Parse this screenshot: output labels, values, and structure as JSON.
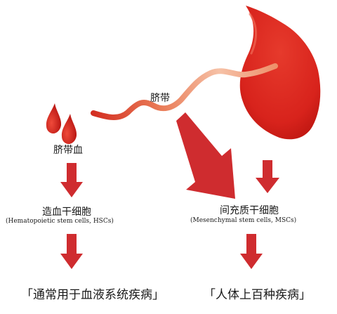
{
  "labels": {
    "umbilical_cord": "脐带",
    "cord_blood": "脐带血",
    "hsc_title": "造血干细胞",
    "hsc_english": "(Hematopoietic stem cells, HSCs)",
    "msc_title": "间充质干细胞",
    "msc_english": "(Mesenchymal stem cells, MSCs)",
    "hsc_result": "「通常用于血液系统疾病」",
    "msc_result": "「人体上百种疾病」"
  },
  "colors": {
    "placenta_red": "#d8231c",
    "arrow_red": "#cf2c2f",
    "drop_red": "#c3161b",
    "cord_light": "#f6c1a6"
  }
}
